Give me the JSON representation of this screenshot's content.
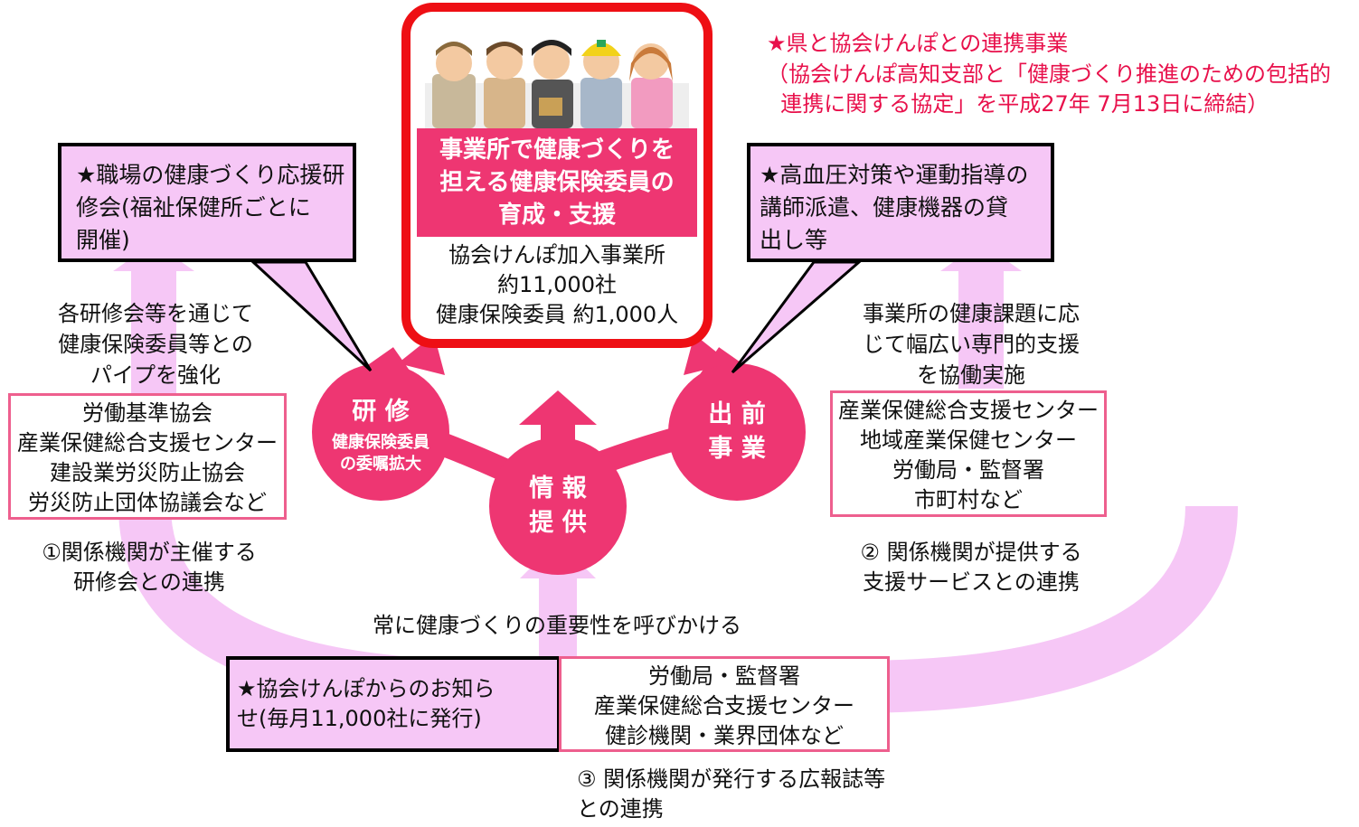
{
  "center_panel": {
    "headline": "事業所で健康づくりを\n担える健康保険委員の\n育成・支援",
    "stats": "協会けんぽ加入事業所\n約11,000社\n健康保険委員 約1,000人"
  },
  "top_right_note": {
    "title": "★県と協会けんぽとの連携事業",
    "body": "（協会けんぽ高知支部と「健康づくり推進のための包括的\n  連携に関する協定」を平成27年 7月13日に締結）"
  },
  "bubbles": {
    "left": "★職場の健康づくり応援研\n修会(福祉保健所ごとに\n開催)",
    "right": "★高血圧対策や運動指導の\n講師派遣、健康機器の貸\n出し等",
    "bottom": "★協会けんぽからのお知ら\nせ(毎月11,000社に発行)"
  },
  "circles": {
    "left_title": "研 修",
    "left_sub": "健康保険委員\nの委嘱拡大",
    "center_title": "情 報\n提 供",
    "right_title": "出 前\n事 業"
  },
  "captions": {
    "left_pipe": "各研修会等を通じて\n健康保険委員等との\nパイプを強化",
    "right_support": "事業所の健康課題に応\nじて幅広い専門的支援\nを協働実施",
    "left_orgs": "労働基準協会\n産業保健総合支援センター\n建設業労災防止協会\n労災防止団体協議会など",
    "right_orgs": "産業保健総合支援センター\n地域産業保健センター\n労働局・監督署\n市町村など",
    "bottom_orgs": "労働局・監督署\n産業保健総合支援センター\n健診機関・業界団体など",
    "label_1": "①関係機関が主催する\n研修会との連携",
    "label_2": "② 関係機関が提供する\n支援サービスとの連携",
    "label_3": "③ 関係機関が発行する広報誌等\nとの連携",
    "call_out": "常に健康づくりの重要性を呼びかける"
  },
  "colors": {
    "accent": "#ee3672",
    "light_pink": "#f6c7f6",
    "red_border": "#ee0f14",
    "note_red": "#e8104b"
  }
}
